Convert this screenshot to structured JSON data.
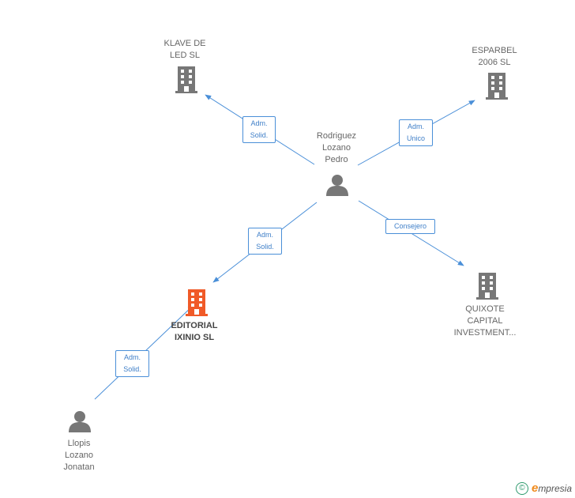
{
  "colors": {
    "edge": "#4a8fd8",
    "company": "#777777",
    "company_highlight": "#f05a28",
    "person": "#777777"
  },
  "nodes": {
    "klave": {
      "label": "KLAVE DE\nLED SL",
      "icon": "building-icon"
    },
    "esparbel": {
      "label": "ESPARBEL\n2006 SL",
      "icon": "building-icon"
    },
    "rodriguez": {
      "label": "Rodriguez\nLozano\nPedro",
      "icon": "person-icon"
    },
    "editorial": {
      "label": "EDITORIAL\nIXINIO SL",
      "icon": "building-icon"
    },
    "quixote": {
      "label": "QUIXOTE\nCAPITAL\nINVESTMENT...",
      "icon": "building-icon"
    },
    "llopis": {
      "label": "Llopis\nLozano\nJonatan",
      "icon": "person-icon"
    }
  },
  "edges": {
    "to_klave": {
      "label": "Adm.\nSolid."
    },
    "to_esparbel": {
      "label": "Adm.\nUnico"
    },
    "to_editorial": {
      "label": "Adm.\nSolid."
    },
    "to_quixote": {
      "label": "Consejero"
    },
    "llopis_to_editorial": {
      "label": "Adm.\nSolid."
    }
  },
  "footer": {
    "copyright_symbol": "©",
    "brand_initial": "e",
    "brand_rest": "mpresia"
  }
}
